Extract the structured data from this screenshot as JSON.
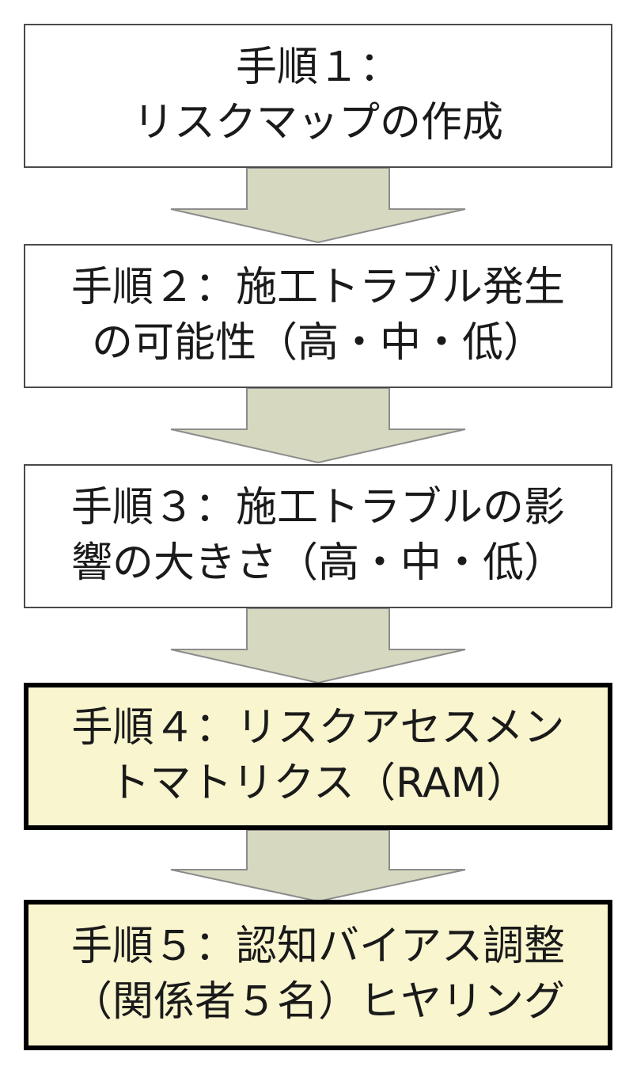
{
  "steps": [
    {
      "lines": [
        "手順１：",
        "リスクマップの作成"
      ],
      "highlight": false
    },
    {
      "lines": [
        "手順２：施工トラブル発生",
        "の可能性（高・中・低）"
      ],
      "highlight": false
    },
    {
      "lines": [
        "手順３：施工トラブルの影",
        "響の大きさ（高・中・低）"
      ],
      "highlight": false
    },
    {
      "lines": [
        "手順４：リスクアセスメン",
        "トマトリクス（RAM）"
      ],
      "highlight": true
    },
    {
      "lines": [
        "手順５：認知バイアス調整",
        "（関係者５名）ヒヤリング"
      ],
      "highlight": true
    }
  ],
  "colors": {
    "arrow_fill": "#d7d8c0",
    "arrow_stroke": "#8c8c8c",
    "highlight_fill": "#f8f5cf",
    "box_border": "#4a4a4a"
  }
}
